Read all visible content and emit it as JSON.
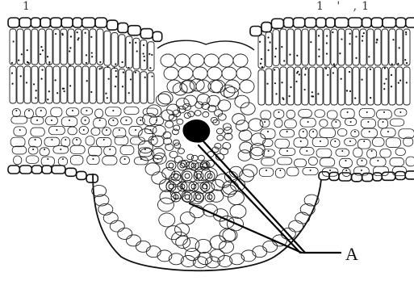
{
  "figure": {
    "label_a": "A",
    "ink_color": "#111111",
    "paper_color": "#ffffff",
    "top_marks_left": "1",
    "top_marks_right": "1 ' ,1"
  }
}
